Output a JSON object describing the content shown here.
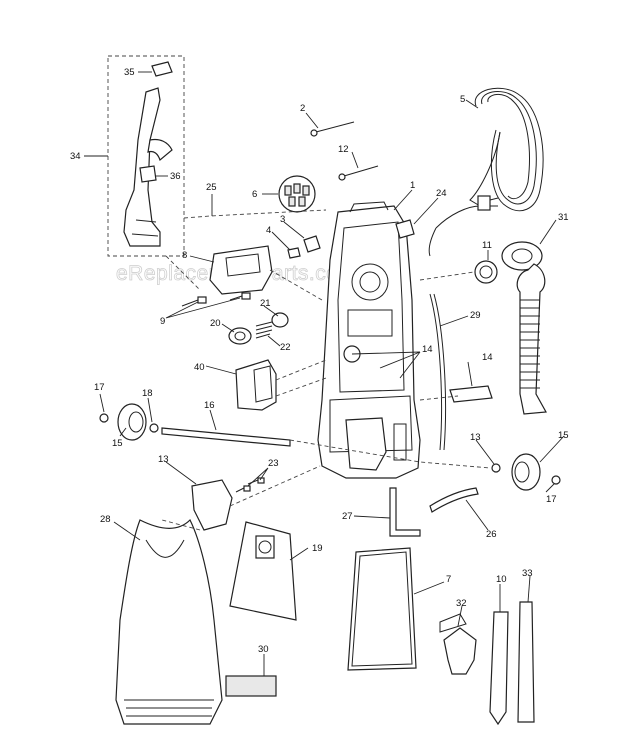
{
  "watermark": "eReplacementParts.com",
  "labels": {
    "p1": "1",
    "p2": "2",
    "p3": "3",
    "p4": "4",
    "p5": "5",
    "p6": "6",
    "p7": "7",
    "p8": "8",
    "p9": "9",
    "p10": "10",
    "p11": "11",
    "p12": "12",
    "p13": "13",
    "p13b": "13",
    "p14a": "14",
    "p14b": "14",
    "p15a": "15",
    "p15b": "15",
    "p16": "16",
    "p17a": "17",
    "p17b": "17",
    "p18": "18",
    "p19": "19",
    "p20": "20",
    "p21": "21",
    "p22": "22",
    "p23": "23",
    "p24": "24",
    "p25": "25",
    "p26": "26",
    "p27": "27",
    "p28": "28",
    "p29": "29",
    "p30": "30",
    "p31": "31",
    "p32": "32",
    "p33": "33",
    "p34": "34",
    "p35": "35",
    "p36": "36",
    "p40": "40"
  }
}
